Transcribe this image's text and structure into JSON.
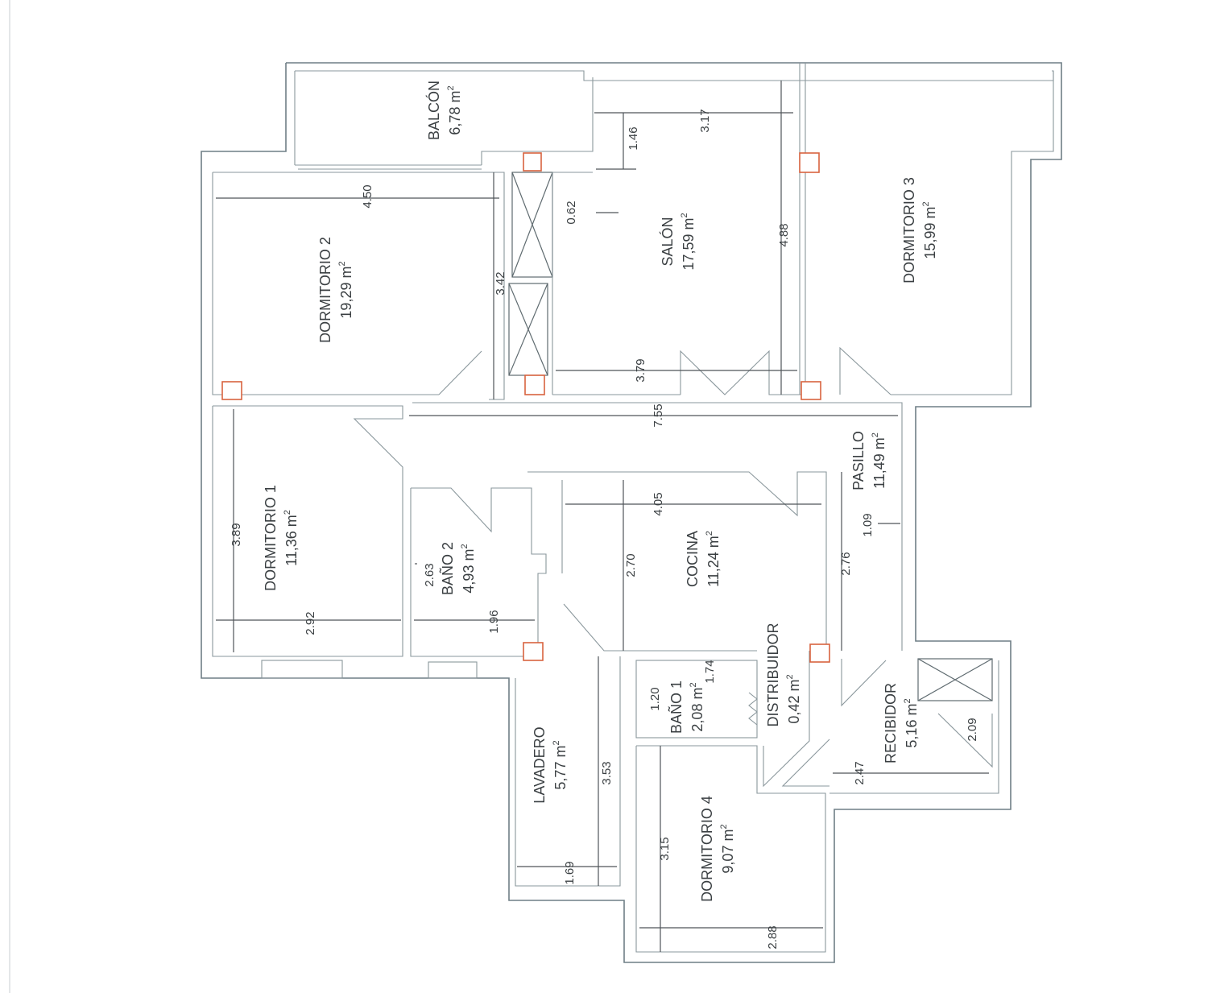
{
  "rooms": {
    "balcon": {
      "name": "BALCÓN",
      "area": "6,78 m",
      "unit_sup": "2"
    },
    "dormitorio2": {
      "name": "DORMITORIO 2",
      "area": "19,29 m",
      "unit_sup": "2"
    },
    "salon": {
      "name": "SALÓN",
      "area": "17,59 m",
      "unit_sup": "2"
    },
    "dormitorio3": {
      "name": "DORMITORIO 3",
      "area": "15,99 m",
      "unit_sup": "2"
    },
    "pasillo": {
      "name": "PASILLO",
      "area": "11,49 m",
      "unit_sup": "2"
    },
    "dormitorio1": {
      "name": "DORMITORIO 1",
      "area": "11,36 m",
      "unit_sup": "2"
    },
    "bano2": {
      "name": "BAÑO 2",
      "area": "4,93 m",
      "unit_sup": "2"
    },
    "cocina": {
      "name": "COCINA",
      "area": "11,24 m",
      "unit_sup": "2"
    },
    "distribuidor": {
      "name": "DISTRIBUIDOR",
      "area": "0,42 m",
      "unit_sup": "2"
    },
    "bano1": {
      "name": "BAÑO 1",
      "area": "2,08 m",
      "unit_sup": "2"
    },
    "recibidor": {
      "name": "RECIBIDOR",
      "area": "5,16 m",
      "unit_sup": "2"
    },
    "lavadero": {
      "name": "LAVADERO",
      "area": "5,77 m",
      "unit_sup": "2"
    },
    "dormitorio4": {
      "name": "DORMITORIO 4",
      "area": "9,07 m",
      "unit_sup": "2"
    }
  },
  "dimensions": {
    "d_146": "1.46",
    "d_317": "3.17",
    "d_450": "4.50",
    "d_062": "0.62",
    "d_342": "3.42",
    "d_488": "4.88",
    "d_379": "3.79",
    "d_755": "7.55",
    "d_389": "3.89",
    "d_405": "4.05",
    "d_263": "2.63",
    "d_270": "2.70",
    "d_276": "2.76",
    "d_109": "1.09",
    "d_292": "2.92",
    "d_196": "1.96",
    "d_174": "1.74",
    "d_120": "1.20",
    "d_353": "3.53",
    "d_209": "2.09",
    "d_247": "2.47",
    "d_315": "3.15",
    "d_169": "1.69",
    "d_288": "2.88"
  }
}
